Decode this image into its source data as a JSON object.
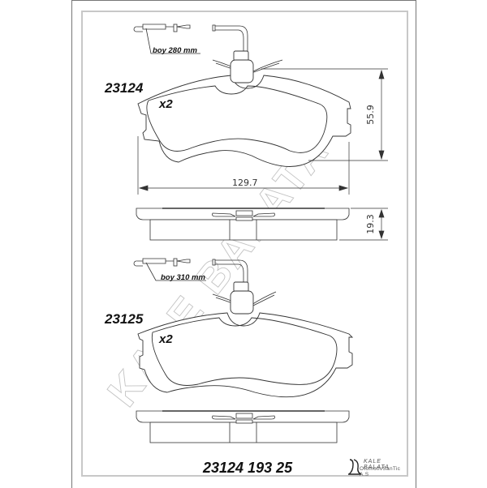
{
  "drawing": {
    "top_part": {
      "part_number": "23124",
      "quantity": "x2",
      "sensor_length": "boy 280 mm",
      "width_dimension": "129.7",
      "height_dimension": "55.9",
      "thickness_dimension": "19.3"
    },
    "bottom_part": {
      "part_number": "23125",
      "quantity": "x2",
      "sensor_length": "boy 310 mm"
    },
    "footer": {
      "combined_code": "23124 193 25"
    },
    "watermark": {
      "text": "KALE BALATA"
    },
    "logo": {
      "line1": "KALE BALATA",
      "line2": "OtomotivSanTic A.S"
    },
    "colors": {
      "line": "#333333",
      "frame": "#c8c8c8",
      "watermark": "#b8b8b8"
    }
  }
}
